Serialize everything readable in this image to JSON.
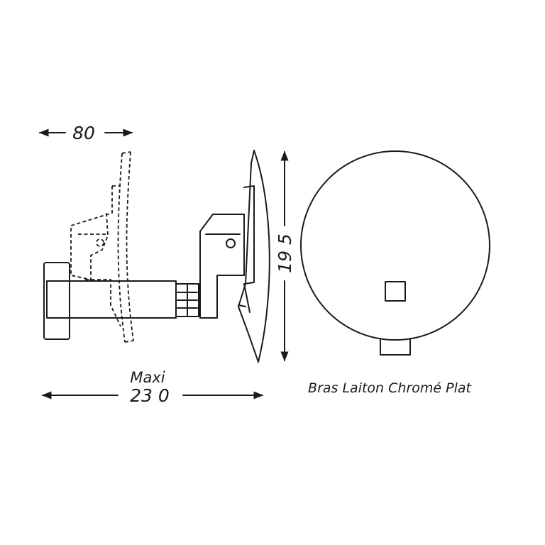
{
  "dimensions": {
    "depth": "80",
    "height": "19 5",
    "max_length_caption": "Maxi",
    "max_length": "23 0"
  },
  "caption": "Bras Laiton Chromé Plat",
  "colors": {
    "line": "#1a1a1a",
    "background": "#ffffff"
  }
}
